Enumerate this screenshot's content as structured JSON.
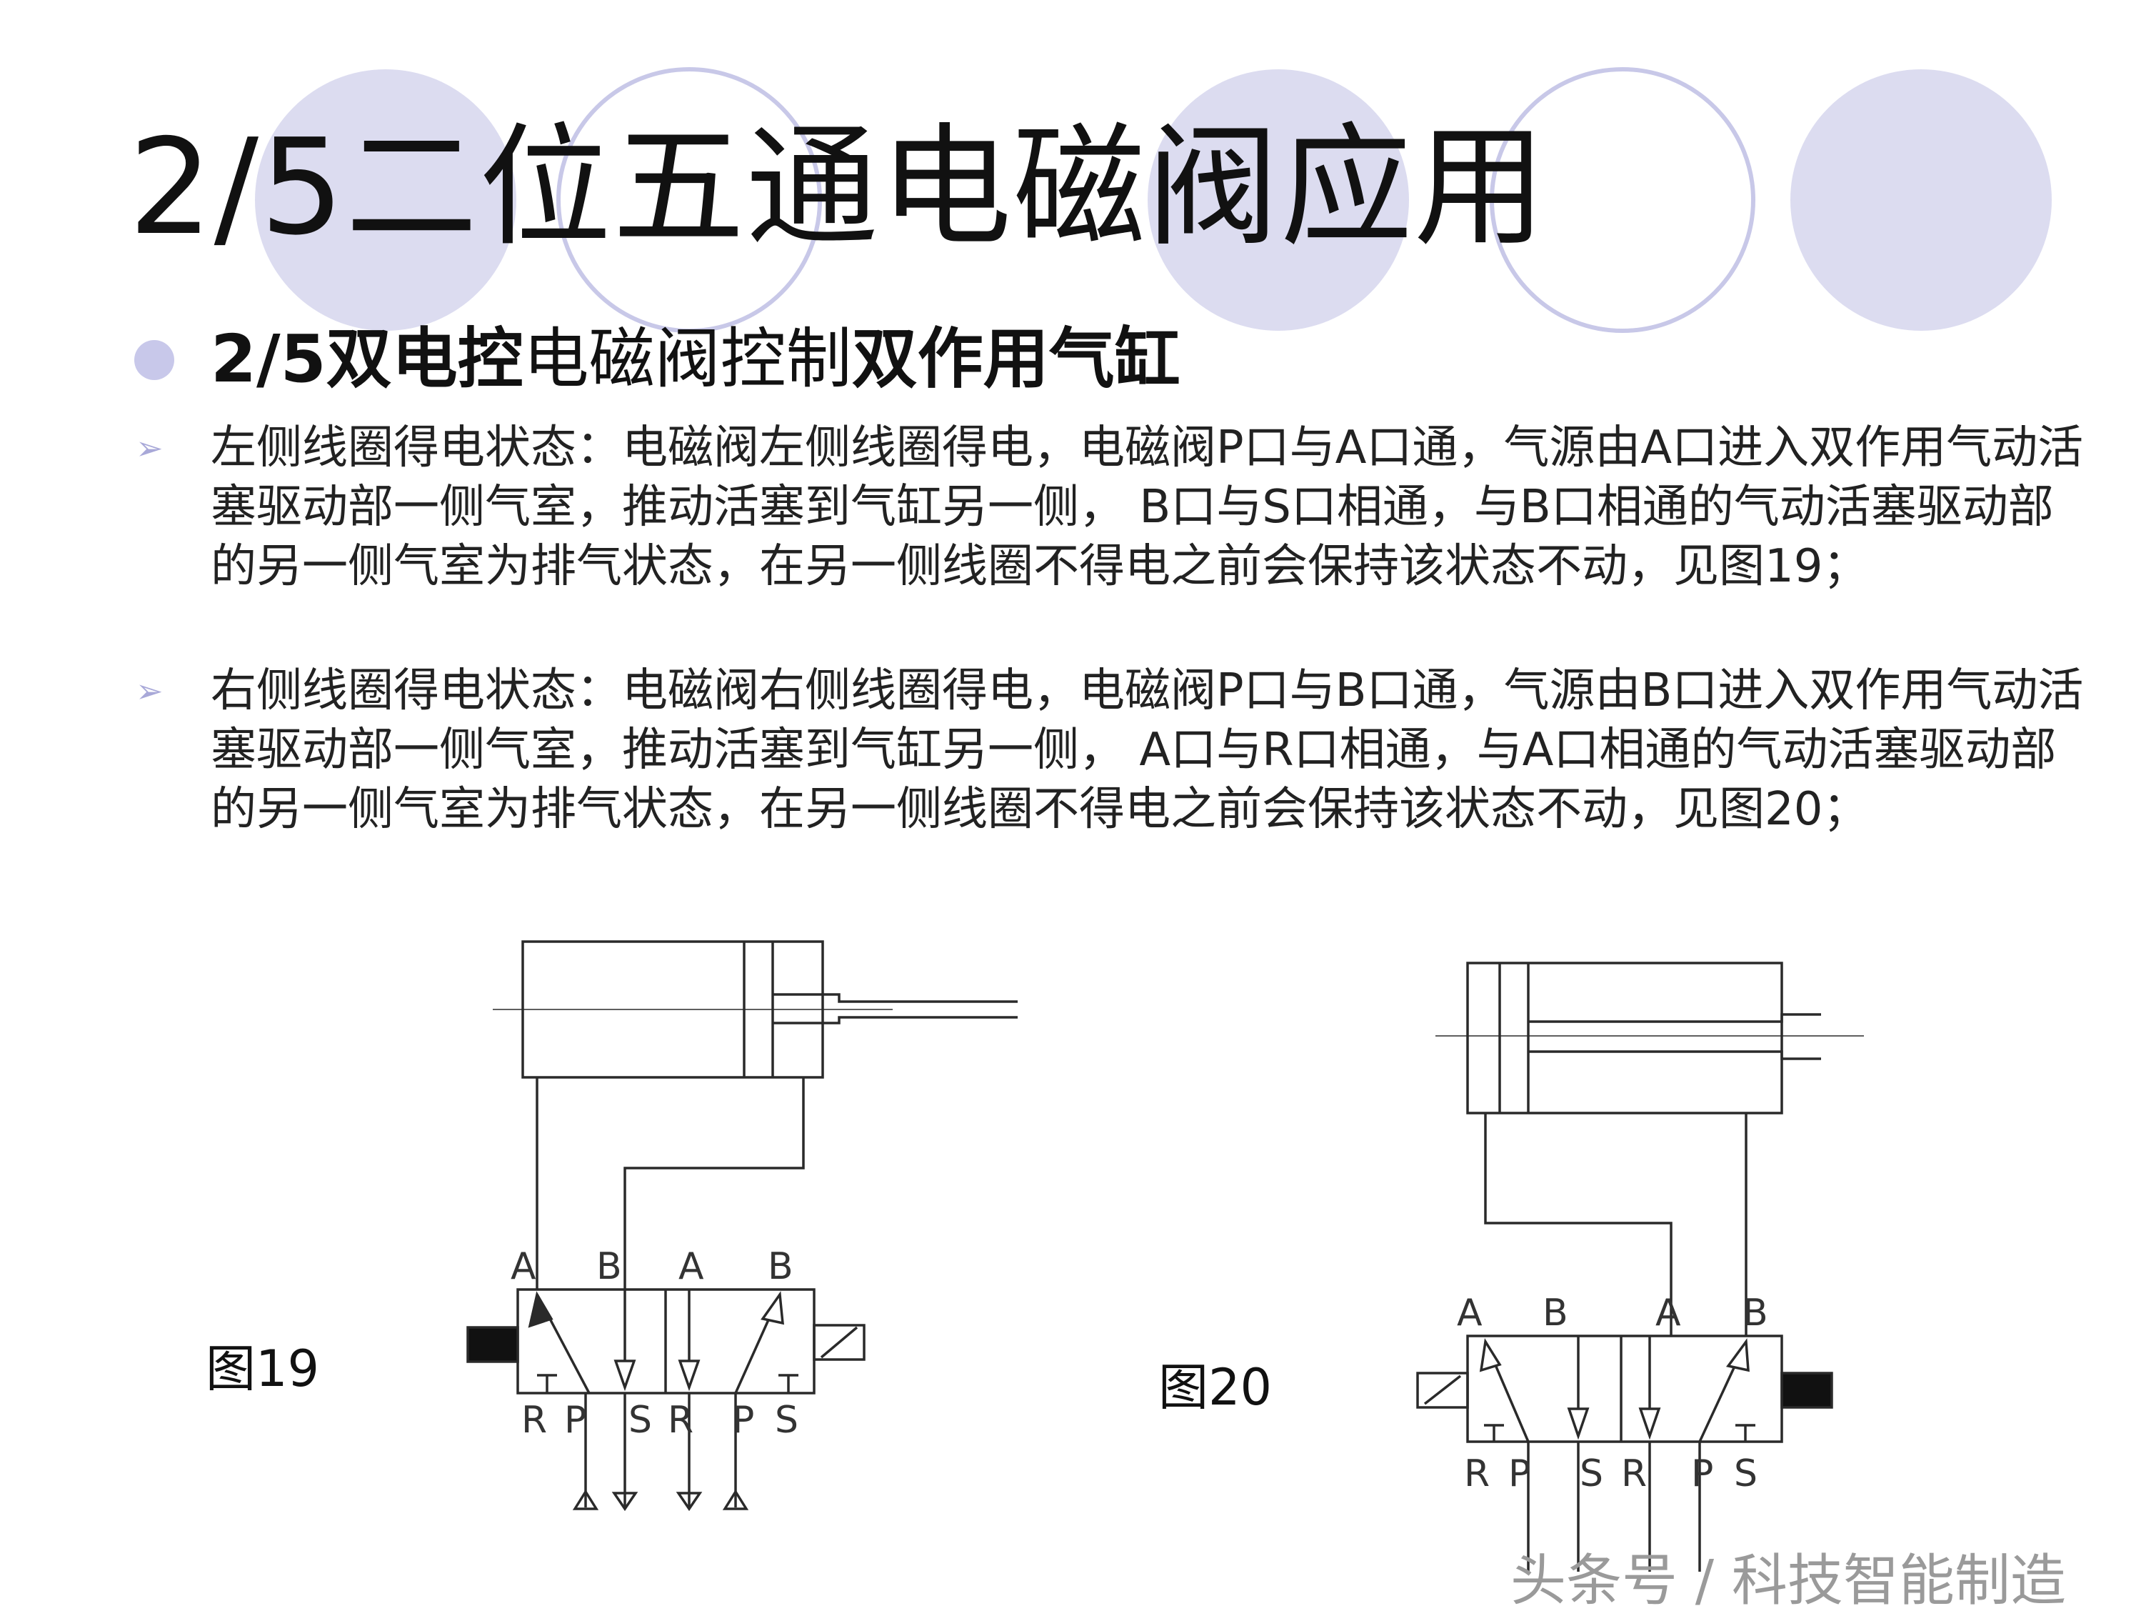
{
  "slide": {
    "title": "2/5二位五通电磁阀应用",
    "subtitle_parts": [
      "2/5双电控",
      "电磁阀控制",
      "双作用气缸"
    ],
    "paragraphs": [
      "左侧线圈得电状态：电磁阀左侧线圈得电，电磁阀P口与A口通，气源由A口进入双作用气动活塞驱动部一侧气室，推动活塞到气缸另一侧， B口与S口相通，与B口相通的气动活塞驱动部的另一侧气室为排气状态，在另一侧线圈不得电之前会保持该状态不动，见图19；",
      "右侧线圈得电状态：电磁阀右侧线圈得电，电磁阀P口与B口通，气源由B口进入双作用气动活塞驱动部一侧气室，推动活塞到气缸另一侧， A口与R口相通，与A口相通的气动活塞驱动部的另一侧气室为排气状态，在另一侧线圈不得电之前会保持该状态不动，见图20；"
    ],
    "bullet_marker": "➢",
    "figure_labels": [
      "图19",
      "图20"
    ],
    "port_labels": {
      "A": "A",
      "B": "B",
      "R": "R",
      "P": "P",
      "S": "S"
    },
    "watermark": "头条号 / 科技智能制造"
  },
  "colors": {
    "circle_fill": "#dcdcf0",
    "circle_ring": "#c8c8e8",
    "bullet": "#c8c8ea",
    "diagram_line": "#2a2a2a"
  }
}
